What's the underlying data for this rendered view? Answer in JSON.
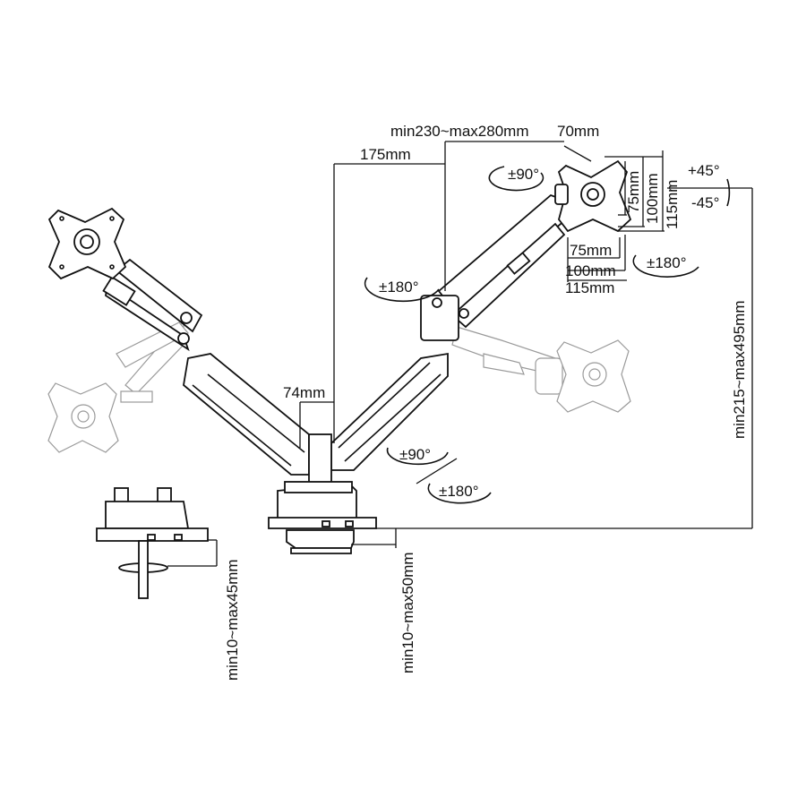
{
  "dimensions": {
    "arm_reach": "min230~max280mm",
    "plate_offset": "70mm",
    "column_offset": "175mm",
    "pole_width": "74mm",
    "vesa_small_v": "75mm",
    "vesa_mid_v": "100mm",
    "vesa_large_v": "115mm",
    "vesa_small_h": "75mm",
    "vesa_mid_h": "100mm",
    "vesa_large_h": "115mm",
    "height_range": "min215~max495mm",
    "clamp_thickness": "min10~max50mm",
    "grommet_thickness": "min10~max45mm"
  },
  "rotations": {
    "tilt_up": "+45°",
    "tilt_down": "-45°",
    "pivot_top": "±90°",
    "rotate_vesa": "±180°",
    "rotate_arm": "±180°",
    "rotate_pole_90": "±90°",
    "rotate_pole_180": "±180°"
  }
}
